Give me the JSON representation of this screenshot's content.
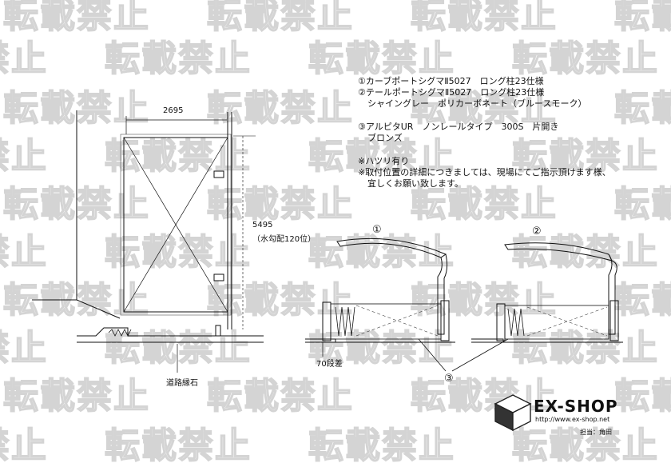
{
  "watermark": "転載禁止",
  "notes": {
    "line1": "①カーブポートシグマⅡ5027　ロング柱23仕様",
    "line2": "②テールポートシグマⅡ5027　ロング柱23仕様",
    "line3": "シャイングレー　ポリカーボネート（ブルースモーク）",
    "line4": "③アルピタUR　ノンレールタイプ　300S　片開き",
    "line5": "ブロンズ",
    "line6": "※ハツリ有り",
    "line7": "※取付位置の詳細につきましては、現場にてご指示頂けます様、",
    "line8": "宜しくお願い致します。"
  },
  "plan": {
    "width_dim": "2695",
    "depth_dim": "5495",
    "slope_note": "（水勾配120位）",
    "curb_label": "道路縁石"
  },
  "elevation": {
    "marker1": "①",
    "marker2": "②",
    "marker3": "③",
    "step_label": "70段差"
  },
  "logo": {
    "name": "EX-SHOP",
    "url": "http://www.ex-shop.net",
    "staff": "担当：角田"
  }
}
